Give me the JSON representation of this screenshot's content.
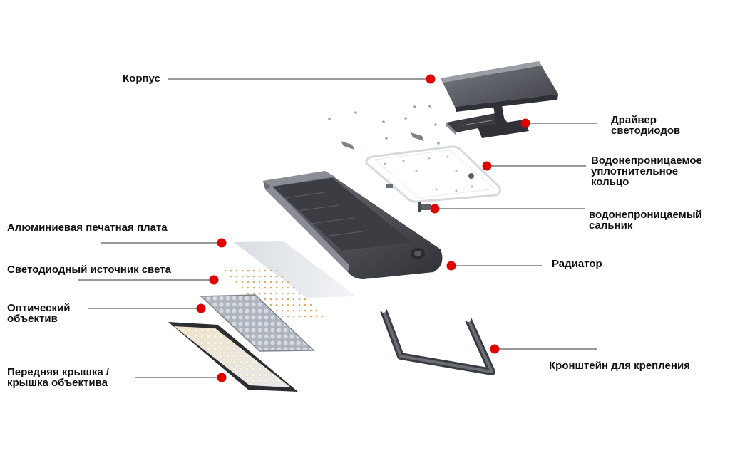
{
  "colors": {
    "marker": "#e00000",
    "leader_line": "#333333",
    "label_text": "#111111",
    "housing_dark": "#4a4c52",
    "housing_light": "#6b6e75"
  },
  "labels": {
    "housing": "Корпус",
    "led_driver": "Драйвер\nсветодиодов",
    "waterproof_ring": "Водонепроницаемое\nуплотнительное\nкольцо",
    "cable_gland": "водонепроницаемый\nсальник",
    "radiator": "Радиатор",
    "mounting_bracket": "Кронштейн для крепления",
    "aluminium_pcb": "Алюминиевая печатная плата",
    "led_light_source": "Светодиодный источник света",
    "optical_lens": "Оптический\nобъектив",
    "front_cover": "Передняя крышка /\nкрышка объектива"
  }
}
